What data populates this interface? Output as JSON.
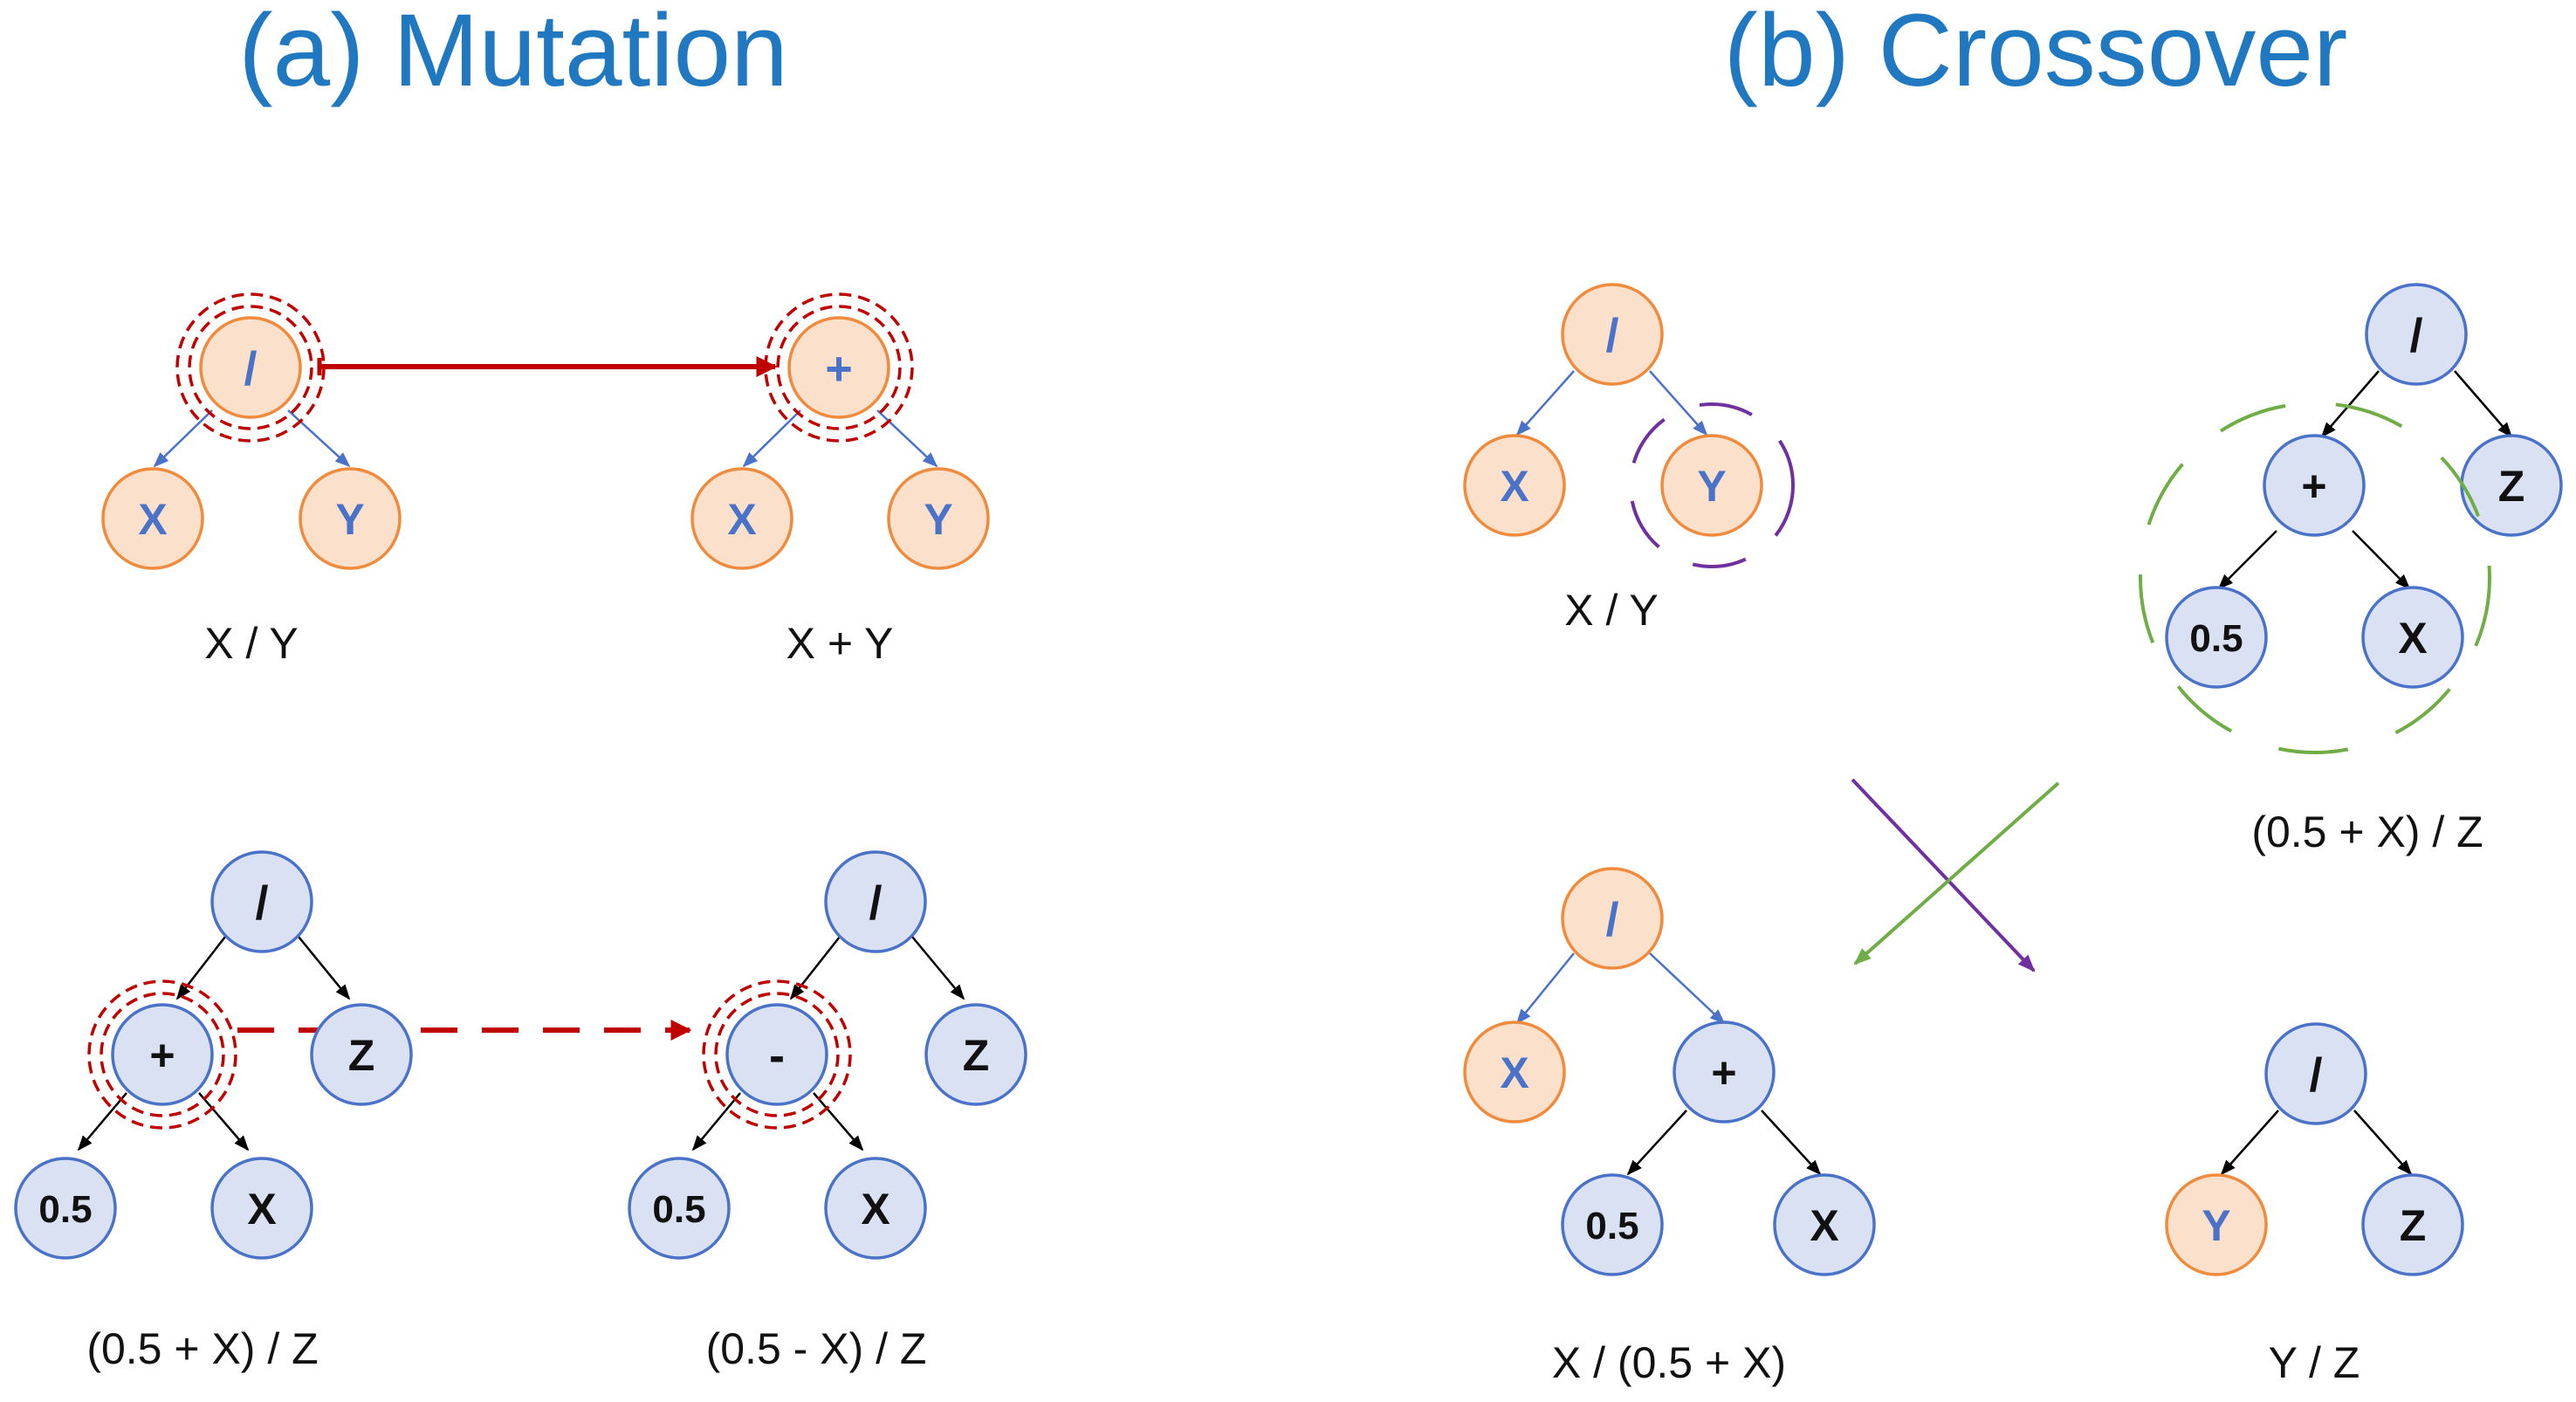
{
  "titles": {
    "mutation": "(a) Mutation",
    "crossover": "(b) Crossover"
  },
  "colors": {
    "title": "#1f78c0",
    "orange_fill": "#fbe0cc",
    "orange_stroke": "#f08a3c",
    "blue_fill": "#d9e1f3",
    "blue_stroke": "#4a72c8",
    "label_blue": "#4a72c8",
    "label_black": "#111111",
    "highlight_red": "#c00000",
    "purple": "#7030a0",
    "green": "#70ad47",
    "edge_blue": "#4a72c8",
    "edge_black": "#000000"
  },
  "node_labels": {
    "div": "/",
    "plus": "+",
    "minus": "-",
    "x": "X",
    "y": "Y",
    "z": "Z",
    "half": "0.5"
  },
  "captions": {
    "m1_before": "X / Y",
    "m1_after": "X + Y",
    "m2_before": "(0.5 + X) / Z",
    "m2_after": "(0.5 - X) / Z",
    "c_parent1": "X / Y",
    "c_parent2": "(0.5 + X) / Z",
    "c_child1": "X / (0.5 + X)",
    "c_child2": "Y / Z"
  }
}
